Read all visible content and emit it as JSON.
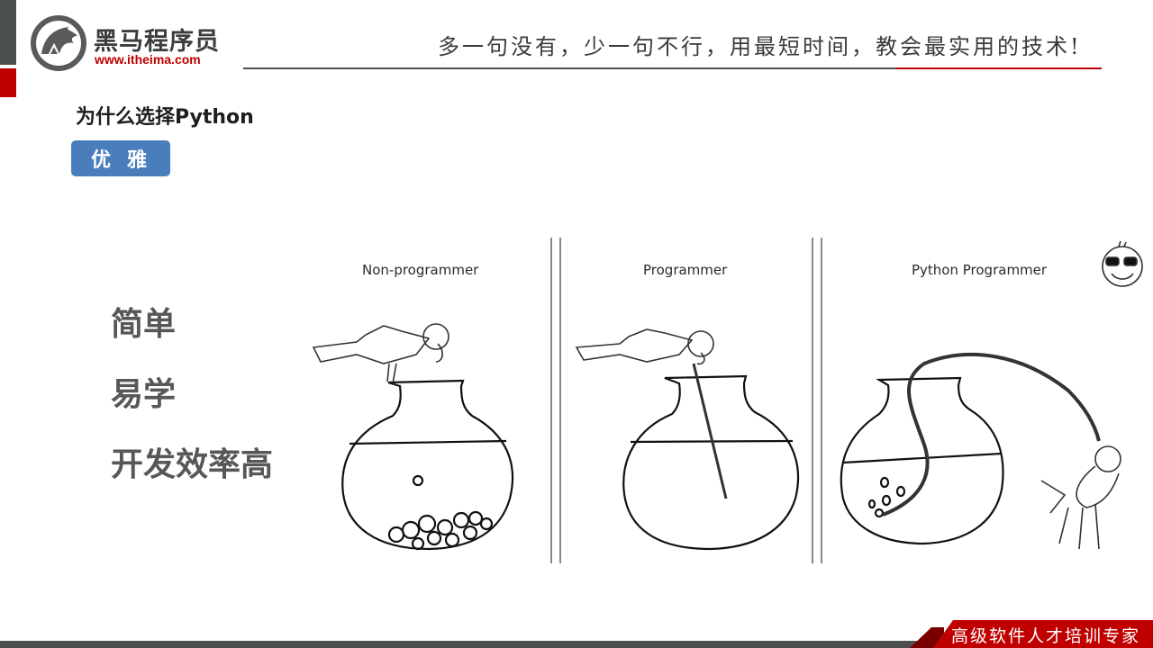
{
  "header": {
    "logo_cn": "黑马程序员",
    "logo_url": "www.itheima.com",
    "slogan": "多一句没有，少一句不行，用最短时间，教会最实用的技术!"
  },
  "slide": {
    "title": "为什么选择Python",
    "tag": "优雅",
    "points": [
      "简单",
      "易学",
      "开发效率高"
    ]
  },
  "comic": {
    "panels": [
      {
        "label": "Non-programmer"
      },
      {
        "label": "Programmer"
      },
      {
        "label": "Python Programmer"
      }
    ],
    "icons": [
      "bird-icon",
      "vase-icon",
      "straw-icon",
      "sunglasses-face-icon"
    ]
  },
  "footer": {
    "badge_text": "高级软件人才培训专家"
  },
  "colors": {
    "brand_red": "#c00000",
    "dark_gray": "#4b4f4e",
    "tag_blue": "#4a7ebb",
    "point_gray": "#575757"
  }
}
